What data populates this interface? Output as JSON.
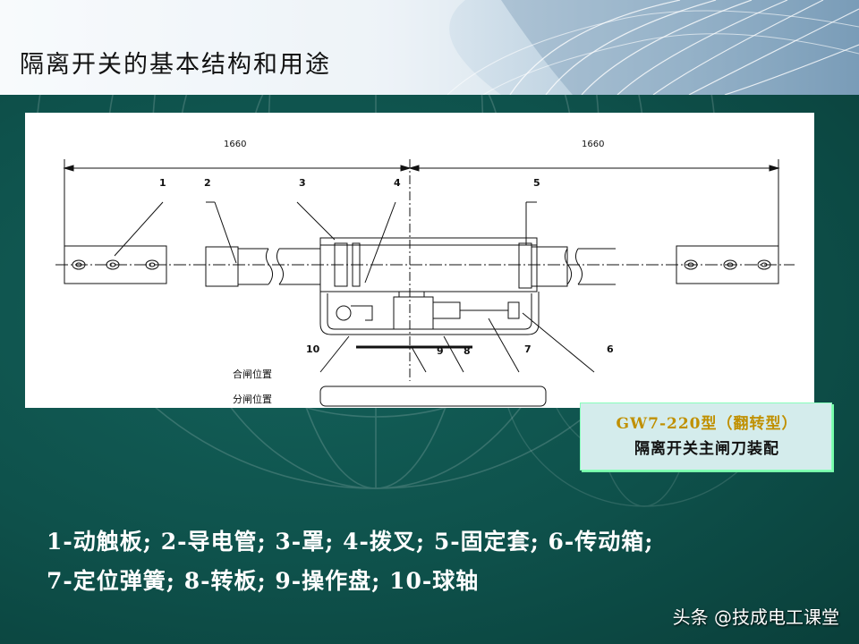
{
  "slide": {
    "title": "隔离开关的基本结构和用途",
    "colors": {
      "background": "#0d4a45",
      "callout_fill": "#d4ecec",
      "callout_title": "#c09000"
    }
  },
  "drawing": {
    "dimensions": [
      "1660",
      "1660"
    ],
    "part_numbers_top": [
      "1",
      "2",
      "3",
      "4",
      "5"
    ],
    "part_numbers_bottom": [
      "10",
      "9",
      "8",
      "7",
      "6"
    ],
    "position_labels": {
      "closed": "合闸位置",
      "open": "分闸位置"
    }
  },
  "callout": {
    "line1": "GW7-220型（翻转型）",
    "line2": "隔离开关主闸刀装配"
  },
  "legend": {
    "line1": "1-动触板; 2-导电管; 3-罩; 4-拨叉; 5-固定套; 6-传动箱;",
    "line2": "7-定位弹簧; 8-转板; 9-操作盘; 10-球轴"
  },
  "watermark": "头条 @技成电工课堂"
}
